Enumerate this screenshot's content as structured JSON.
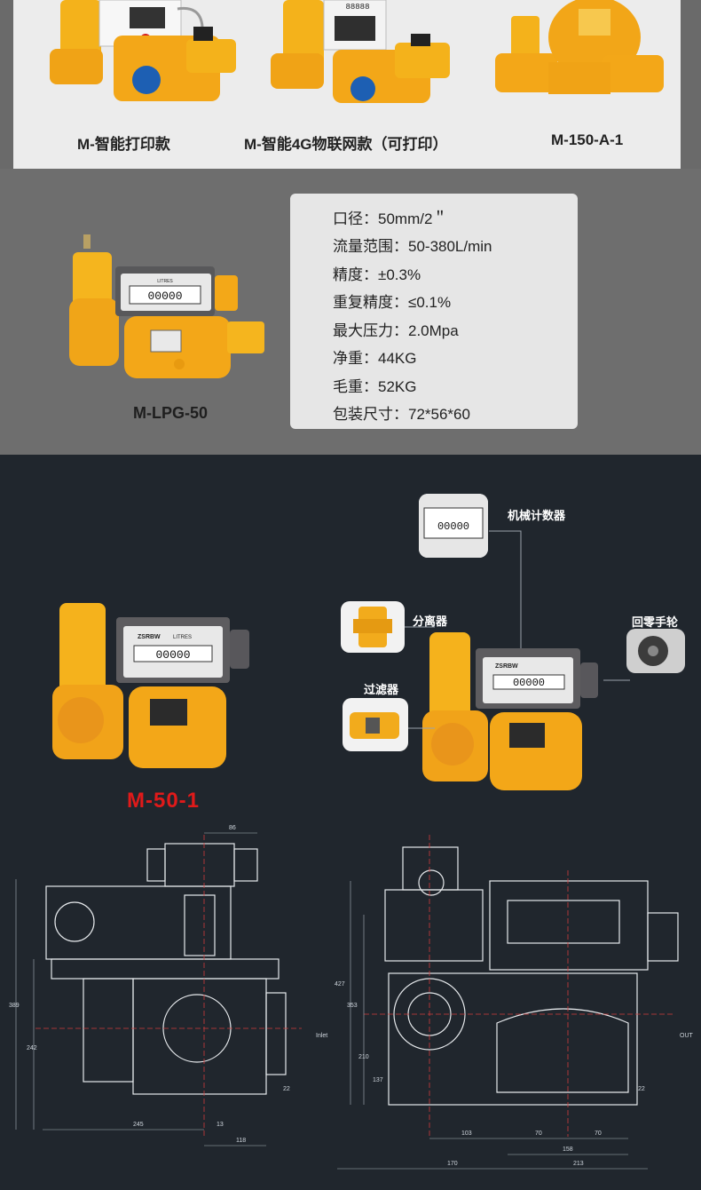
{
  "top_products": [
    {
      "caption": "M-智能打印款"
    },
    {
      "caption": "M-智能4G物联网款（可打印）"
    },
    {
      "caption": "M-150-A-1"
    }
  ],
  "lpg": {
    "caption": "M-LPG-50",
    "specs": [
      "口径：50mm/2＂",
      "流量范围：50-380L/min",
      "精度：±0.3%",
      "重复精度：≤0.1%",
      "最大压力：2.0Mpa",
      "净重：44KG",
      "毛重：52KG",
      "包装尺寸：72*56*60"
    ]
  },
  "m50": {
    "caption": "M-50-1",
    "counter_label": "LITRES",
    "brand": "ZSRBW",
    "counter_digits": "00000",
    "callouts": {
      "counter": "机械计数器",
      "separator": "分离器",
      "handwheel": "回零手轮",
      "filter": "过滤器"
    }
  },
  "top_display": "88888",
  "drawing": {
    "left": {
      "dims": [
        "86",
        "389",
        "242",
        "245",
        "118",
        "13",
        "22"
      ],
      "inlet": "Inlet"
    },
    "right": {
      "dims": [
        "427",
        "353",
        "210",
        "137",
        "103",
        "70",
        "70",
        "158",
        "170",
        "213",
        "22"
      ],
      "outlet": "OUT"
    }
  }
}
